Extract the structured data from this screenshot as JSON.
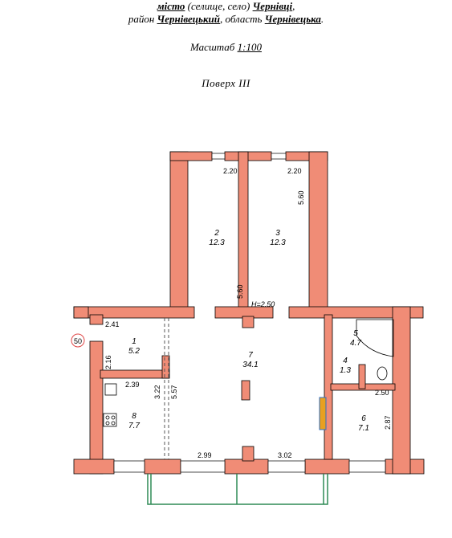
{
  "header": {
    "line1_city": "місто",
    "line1_mid": "(селище, село)",
    "line1_value": "Чернівці",
    "line2_district_label": "район",
    "line2_district_value": "Чернівецький",
    "line2_region_label": ", область",
    "line2_region_value": "Чернівецька"
  },
  "scale": {
    "label": "Масштаб",
    "value": "1:100"
  },
  "floor": {
    "label": "Поверх III"
  },
  "plan": {
    "marker": "50",
    "height": "H=2.50",
    "dimensions": [
      "2.20",
      "2.20",
      "5.60",
      "5.60",
      "2.41",
      "2.16",
      "2.39",
      "3.22",
      "5.57",
      "2.50",
      "2.87",
      "2.99",
      "3.02"
    ],
    "rooms": [
      {
        "num": "1",
        "area": "5.2"
      },
      {
        "num": "2",
        "area": "12.3"
      },
      {
        "num": "3",
        "area": "12.3"
      },
      {
        "num": "4",
        "area": "1.3"
      },
      {
        "num": "5",
        "area": "4.7"
      },
      {
        "num": "6",
        "area": "7.1"
      },
      {
        "num": "7",
        "area": "34.1"
      },
      {
        "num": "8",
        "area": "7.7"
      }
    ]
  },
  "colors": {
    "wall": "#f08c76",
    "wall_stroke": "#000000",
    "marker": "#e04848",
    "height_text": "#3030c0",
    "balcony": "#2e8a55"
  }
}
